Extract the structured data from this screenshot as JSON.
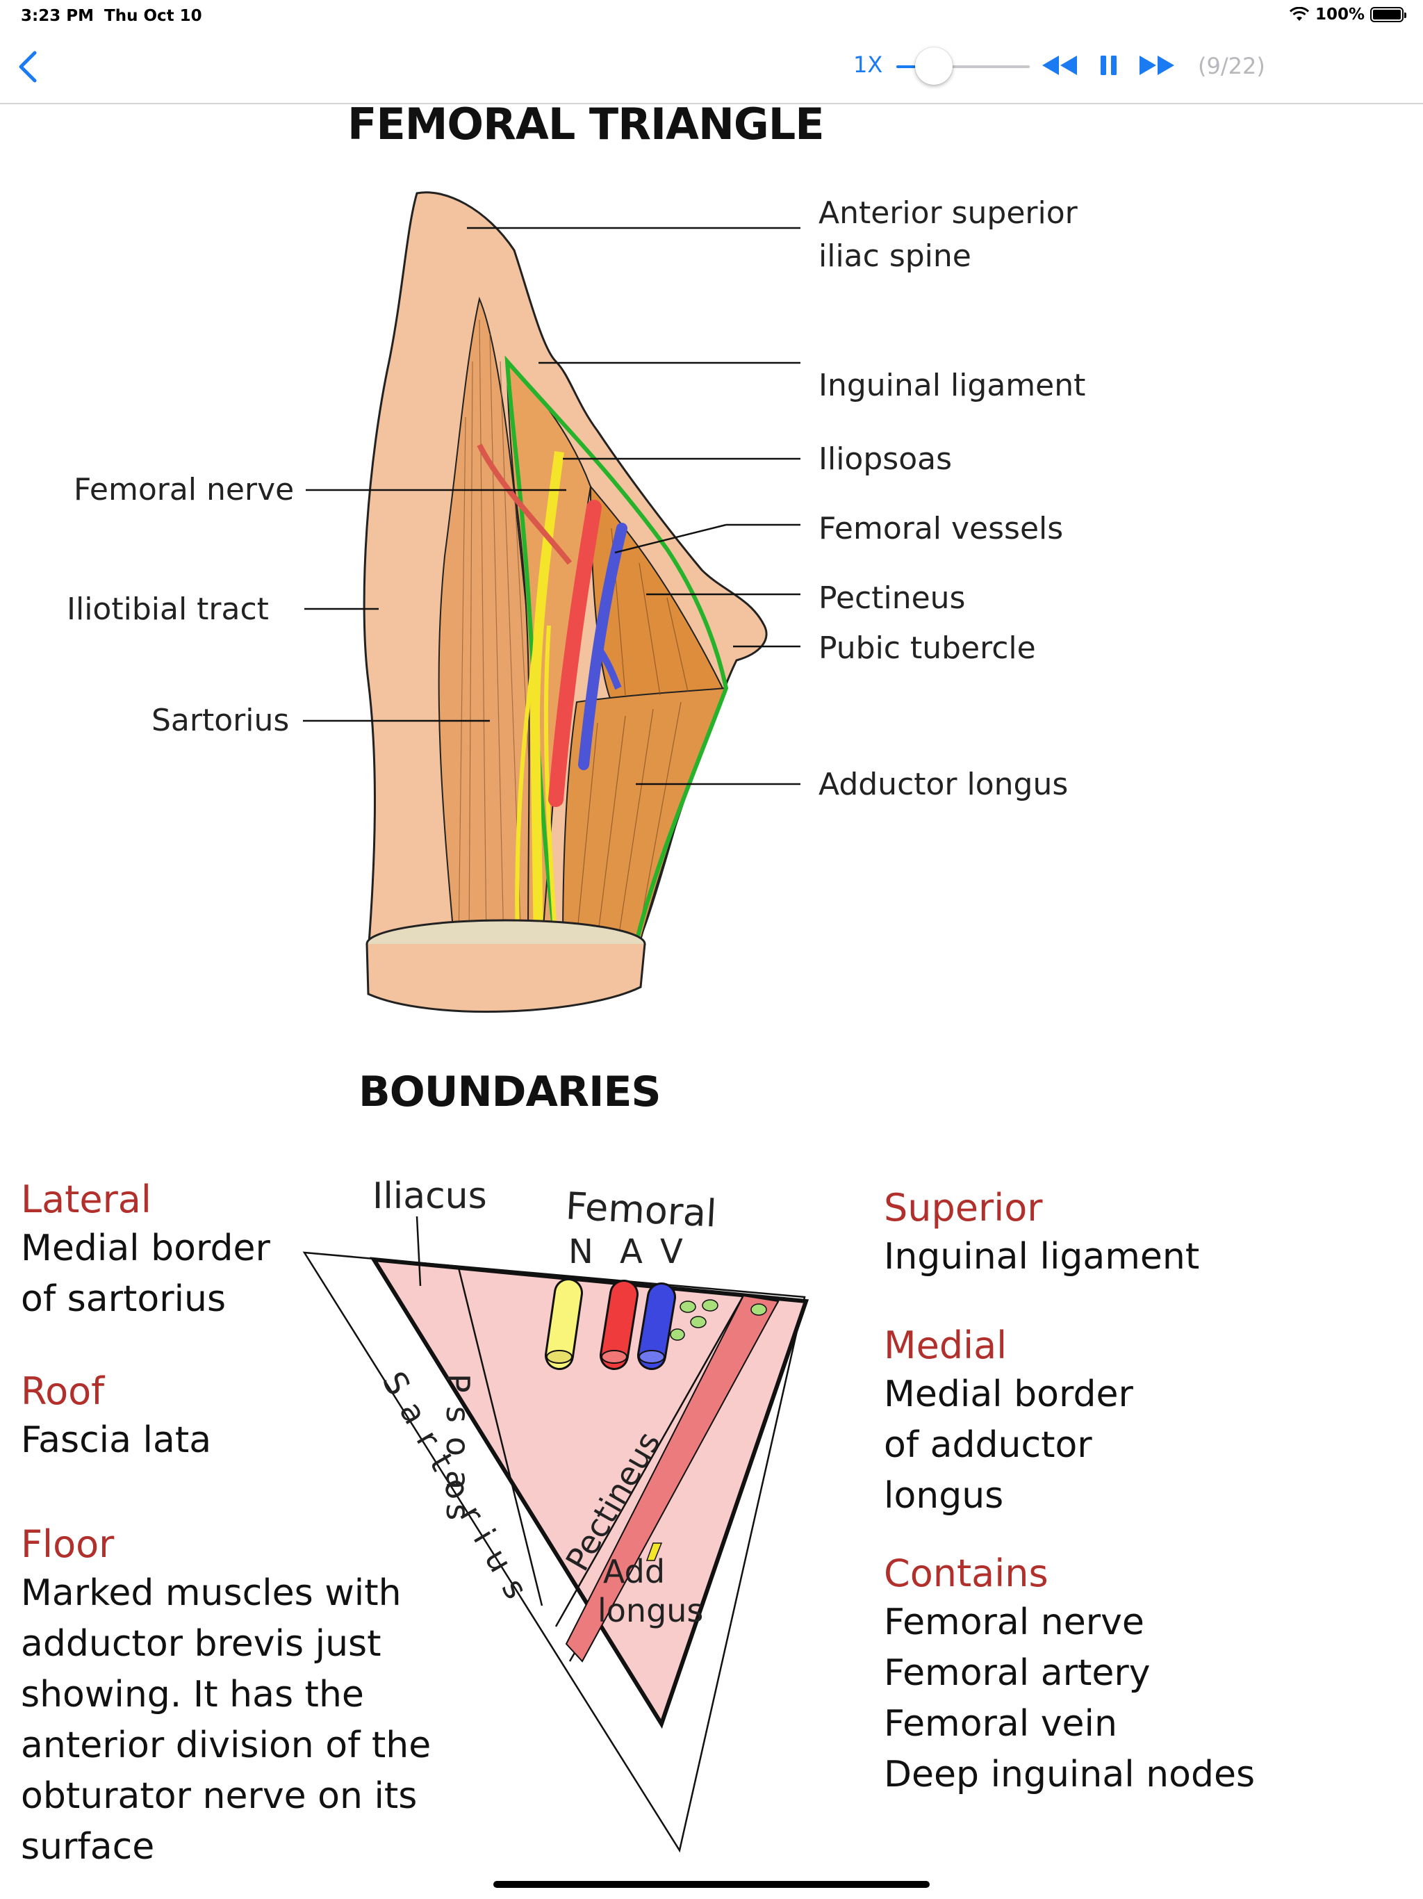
{
  "status_bar": {
    "time": "3:23 PM",
    "date": "Thu Oct 10",
    "battery": "100%"
  },
  "toolbar": {
    "speed": "1X",
    "speed_level": 0.28,
    "page_counter": "(9/22)",
    "icons": {
      "back": "chevron-left-icon",
      "rewind": "rewind-icon",
      "pause": "pause-icon",
      "forward": "fast-forward-icon"
    },
    "accent_color": "#1a7bf2"
  },
  "femoral_triangle": {
    "title": "FEMORAL TRIANGLE",
    "labels_right": [
      "Anterior superior iliac spine",
      "Inguinal ligament",
      "Iliopsoas",
      "Femoral vessels",
      "Pectineus",
      "Pubic tubercle",
      "Adductor longus"
    ],
    "labels_left": [
      "Femoral nerve",
      "Iliotibial tract",
      "Sartorius"
    ]
  },
  "boundaries": {
    "title": "BOUNDARIES",
    "diagram_labels": {
      "iliacus": "Iliacus",
      "femoral": "Femoral",
      "n": "N",
      "a": "A",
      "v": "V",
      "psoas": "Psoas",
      "sartorius": "Sartorius",
      "pectineus": "Pectineus",
      "add": "Add",
      "longus": "longus"
    },
    "left": [
      {
        "heading": "Lateral",
        "text": "Medial border of sartorius"
      },
      {
        "heading": "Roof",
        "text": "Fascia lata"
      },
      {
        "heading": "Floor",
        "text": "Marked muscles with adductor brevis just showing. It has the anterior division of the obturator nerve on its surface"
      }
    ],
    "right": [
      {
        "heading": "Superior",
        "text": "Inguinal ligament"
      },
      {
        "heading": "Medial",
        "text": "Medial border of adductor longus"
      },
      {
        "heading": "Contains",
        "items": [
          "Femoral nerve",
          "Femoral artery",
          "Femoral vein",
          "Deep inguinal nodes"
        ]
      }
    ],
    "heading_color": "#b2302b"
  }
}
